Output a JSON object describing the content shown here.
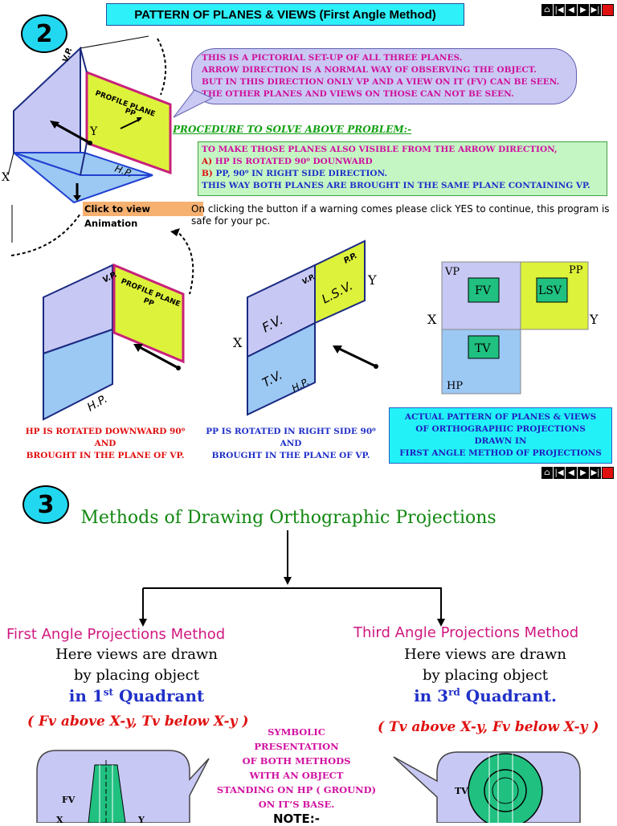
{
  "header": {
    "section2": "2",
    "title": "PATTERN OF PLANES & VIEWS (First Angle Method)"
  },
  "nav": {
    "home": "⌂",
    "first": "|◀",
    "prev": "◀",
    "next": "▶",
    "last": "▶|",
    "end": "■"
  },
  "pictorial": {
    "vp": "V.P.",
    "pp_line1": "PROFILE PLANE",
    "pp_line2": "PP",
    "hp": "H.P.",
    "x": "X",
    "y": "Y"
  },
  "bubble": [
    "THIS IS A PICTORIAL SET-UP OF ALL THREE PLANES.",
    "ARROW DIRECTION IS A NORMAL WAY OF OBSERVING THE OBJECT.",
    "BUT IN THIS DIRECTION ONLY VP AND A VIEW ON IT (FV) CAN BE SEEN.",
    "THE OTHER PLANES AND VIEWS ON THOSE CAN NOT BE SEEN."
  ],
  "procedure": {
    "title": "PROCEDURE TO SOLVE ABOVE PROBLEM:-",
    "line1": "TO MAKE THOSE PLANES ALSO VISIBLE FROM THE ARROW DIRECTION,",
    "a_label": "A)",
    "a_text": "HP IS ROTATED 90⁰ DOUNWARD",
    "b_label": "B)",
    "b_text": "PP, 90⁰ IN RIGHT SIDE DIRECTION.",
    "line4": "THIS WAY BOTH PLANES ARE BROUGHT IN THE SAME PLANE CONTAINING VP."
  },
  "animation": {
    "button": "Click to view  Animation",
    "note": "On clicking the button if a warning comes please click YES to continue, this program is safe for your pc."
  },
  "rotation": {
    "vp": "V.P.",
    "pp_line1": "PROFILE PLANE",
    "pp_line2": "PP",
    "hp": "H.P.",
    "cap1_line1": "HP IS ROTATED DOWNWARD  90⁰",
    "cap1_line2": "AND",
    "cap1_line3": "BROUGHT IN THE PLANE OF VP."
  },
  "unfolded": {
    "vp": "V.P.",
    "pp": "P.P.",
    "fv": "F.V.",
    "lsv": "L.S.V.",
    "tv": "T.V.",
    "hp": "H.P.",
    "x": "X",
    "y": "Y",
    "cap2_line1": "PP  IS ROTATED IN  RIGHT SIDE  90⁰",
    "cap2_line2": "AND",
    "cap2_line3": "BROUGHT IN THE PLANE OF VP."
  },
  "pattern": {
    "vp": "VP",
    "pp": "PP",
    "hp": "HP",
    "fv": "FV",
    "lsv": "LSV",
    "tv": "TV",
    "x": "X",
    "y": "Y"
  },
  "actual_pattern": [
    "ACTUAL PATTERN OF PLANES & VIEWS",
    "OF ORTHOGRAPHIC PROJECTIONS",
    "DRAWN IN",
    "FIRST ANGLE METHOD OF PROJECTIONS"
  ],
  "section3": {
    "number": "3",
    "title": "Methods of Drawing Orthographic Projections",
    "first": {
      "heading": "First Angle Projections Method",
      "line1": "Here views are drawn",
      "line2": "by placing object",
      "quad_prefix": "in 1",
      "quad_sup": "st",
      "quad_suffix": " Quadrant",
      "position": "( Fv above X-y,  Tv below X-y )"
    },
    "third": {
      "heading": "Third Angle Projections Method",
      "line1": "Here views are drawn",
      "line2": "by placing object",
      "quad_prefix": "in 3",
      "quad_sup": "rd",
      "quad_suffix": " Quadrant.",
      "position": "( Tv above X-y,  Fv below X-y )"
    },
    "symbolic": [
      "SYMBOLIC",
      "PRESENTATION",
      "OF BOTH METHODS",
      "WITH AN OBJECT",
      "STANDING ON HP ( GROUND)",
      "ON IT’S BASE."
    ],
    "note": "NOTE:-",
    "sym_left_fv": "FV",
    "sym_left_x": "X",
    "sym_left_y": "Y",
    "sym_right_tv": "TV"
  }
}
